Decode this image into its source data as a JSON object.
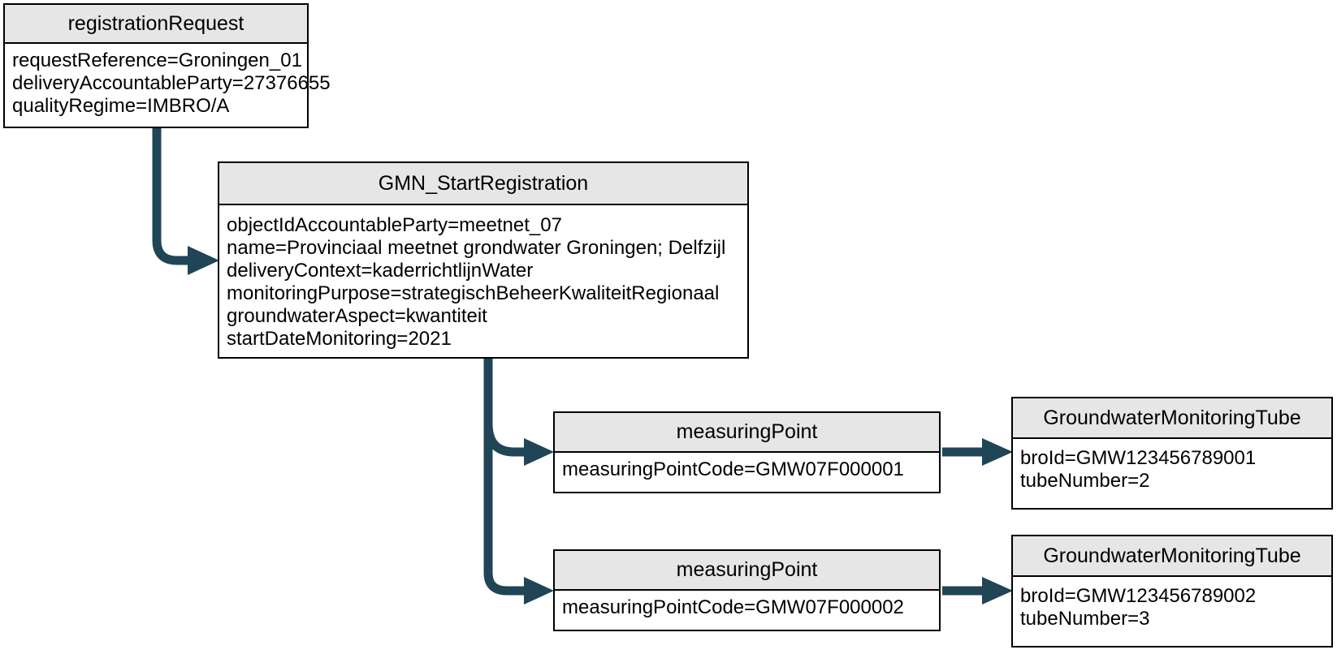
{
  "diagram": {
    "background_color": "#ffffff",
    "node_header_fill": "#e6e6e6",
    "node_border_color": "#000000",
    "arrow_color": "#1f4557",
    "nodes": [
      {
        "title": "registrationRequest",
        "attributes": [
          "requestReference=Groningen_01",
          "deliveryAccountableParty=27376655",
          "qualityRegime=IMBRO/A"
        ]
      },
      {
        "title": "GMN_StartRegistration",
        "attributes": [
          "objectIdAccountableParty=meetnet_07",
          "name=Provinciaal meetnet grondwater Groningen; Delfzijl",
          "deliveryContext=kaderrichtlijnWater",
          "monitoringPurpose=strategischBeheerKwaliteitRegionaal",
          "groundwaterAspect=kwantiteit",
          "startDateMonitoring=2021"
        ]
      },
      {
        "title": "measuringPoint",
        "attributes": [
          "measuringPointCode=GMW07F000001"
        ]
      },
      {
        "title": "GroundwaterMonitoringTube",
        "attributes": [
          "broId=GMW123456789001",
          "tubeNumber=2"
        ]
      },
      {
        "title": "measuringPoint",
        "attributes": [
          "measuringPointCode=GMW07F000002"
        ]
      },
      {
        "title": "GroundwaterMonitoringTube",
        "attributes": [
          "broId=GMW123456789002",
          "tubeNumber=3"
        ]
      }
    ],
    "edges": [
      {
        "from": "registrationRequest",
        "to": "GMN_StartRegistration"
      },
      {
        "from": "GMN_StartRegistration",
        "to": "measuringPoint (GMW07F000001)"
      },
      {
        "from": "GMN_StartRegistration",
        "to": "measuringPoint (GMW07F000002)"
      },
      {
        "from": "measuringPoint (GMW07F000001)",
        "to": "GroundwaterMonitoringTube (GMW123456789001)"
      },
      {
        "from": "measuringPoint (GMW07F000002)",
        "to": "GroundwaterMonitoringTube (GMW123456789002)"
      }
    ]
  }
}
